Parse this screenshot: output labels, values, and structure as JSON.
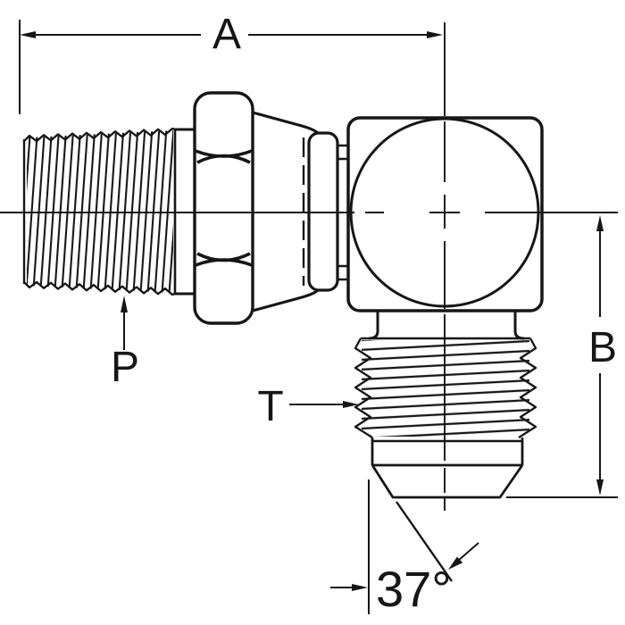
{
  "drawing": {
    "labels": {
      "dim_a": "A",
      "dim_b": "B",
      "port_p": "P",
      "port_t": "T",
      "flare_angle": "37°"
    },
    "colors": {
      "ink": "#161616",
      "paper": "#ffffff"
    }
  }
}
